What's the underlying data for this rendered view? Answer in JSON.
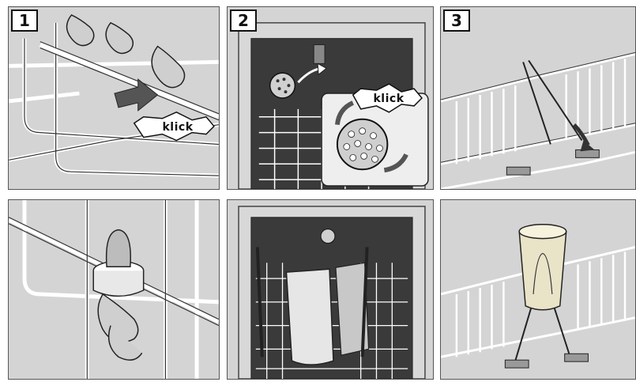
{
  "steps": [
    "1",
    "2",
    "3"
  ],
  "labels": {
    "klick": "klick"
  }
}
